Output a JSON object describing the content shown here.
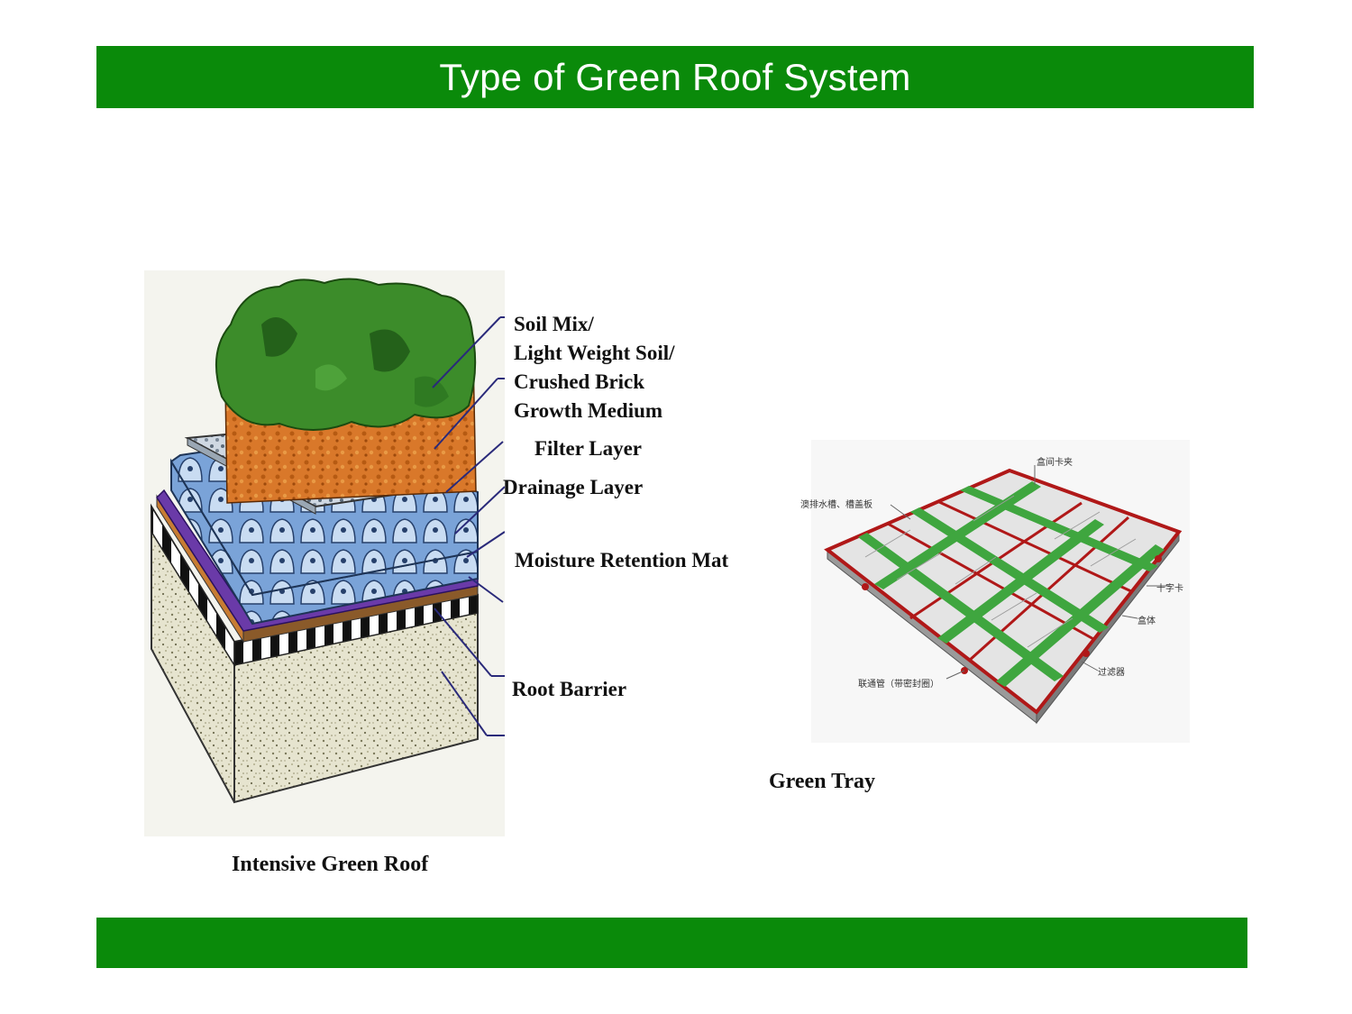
{
  "slide": {
    "title": "Type of Green Roof System"
  },
  "intensive": {
    "labels": {
      "soil_1": "Soil Mix/",
      "soil_2": "Light Weight Soil/",
      "soil_3": "Crushed Brick",
      "soil_4": "Growth Medium",
      "filter": "Filter Layer",
      "drainage": "Drainage Layer",
      "moisture": "Moisture Retention Mat",
      "root": "Root Barrier"
    },
    "caption": "Intensive Green Roof"
  },
  "tray": {
    "caption": "Green Tray",
    "notes": {
      "clip": "盒间卡夹",
      "gutter": "澳排水槽、槽盖板",
      "cross": "十字卡",
      "body": "盒体",
      "filter": "过滤器",
      "pipe": "联通管（带密封圈）"
    }
  },
  "colors": {
    "banner": "#0a8a0a",
    "tray_frame": "#b01818",
    "tray_channel": "#3fa63f"
  }
}
